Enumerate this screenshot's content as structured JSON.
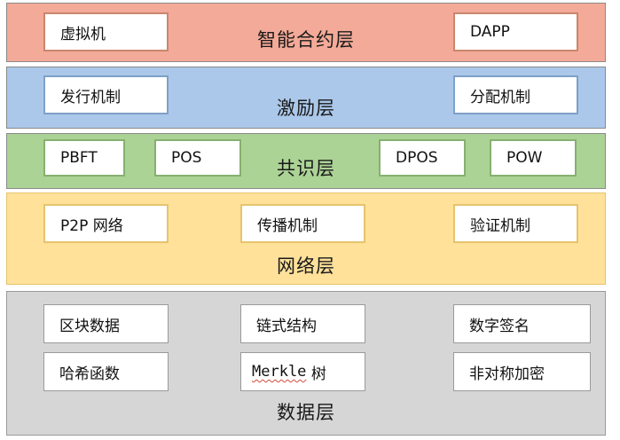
{
  "colors": {
    "contract_fill": "#f3aa98",
    "contract_border": "#c9876f",
    "incentive_fill": "#abc8ea",
    "incentive_border": "#7fa0c8",
    "consensus_fill": "#acd396",
    "consensus_border": "#86b06f",
    "network_fill": "#ffe19a",
    "network_border": "#e6c46d",
    "data_fill": "#d6d6d6",
    "data_border": "#9a9a9a"
  },
  "layers": {
    "contract": {
      "title": "智能合约层",
      "items": [
        "虚拟机",
        "DAPP"
      ]
    },
    "incentive": {
      "title": "激励层",
      "items": [
        "发行机制",
        "分配机制"
      ]
    },
    "consensus": {
      "title": "共识层",
      "items": [
        "PBFT",
        "POS",
        "DPOS",
        "POW"
      ]
    },
    "network": {
      "title": "网络层",
      "items": [
        "P2P 网络",
        "传播机制",
        "验证机制"
      ]
    },
    "data": {
      "title": "数据层",
      "items": [
        "区块数据",
        "链式结构",
        "数字签名",
        "哈希函数",
        "非对称加密"
      ],
      "merkle": {
        "word": "Merkle",
        "suffix": " 树"
      }
    }
  }
}
